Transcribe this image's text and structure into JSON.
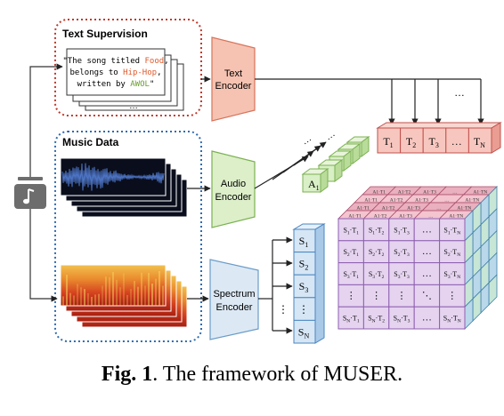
{
  "text_supervision": {
    "title": "Text Supervision",
    "line1": "\"The song titled ",
    "food": "Food",
    "line1_end": ",",
    "line2a": "belongs to ",
    "hiphop": "Hip-Hop",
    "line2_end": ",",
    "line3a": "written by ",
    "awol": "AWOL",
    "line3_end": "\"",
    "ellipsis": "…"
  },
  "music_data": {
    "title": "Music Data"
  },
  "encoders": {
    "text": [
      "Text",
      "Encoder"
    ],
    "audio": [
      "Audio",
      "Encoder"
    ],
    "spectrum": [
      "Spectrum",
      "Encoder"
    ]
  },
  "audio_token": {
    "base": "A",
    "sub": "1"
  },
  "dots": "…",
  "vdots": "⋮",
  "ddots": "⋱",
  "text_tokens": [
    {
      "base": "T",
      "sub": "1"
    },
    {
      "base": "T",
      "sub": "2"
    },
    {
      "base": "T",
      "sub": "3"
    },
    {
      "base": "…",
      "sub": ""
    },
    {
      "base": "T",
      "sub": "N"
    }
  ],
  "spec_tokens": [
    {
      "base": "S",
      "sub": "1"
    },
    {
      "base": "S",
      "sub": "2"
    },
    {
      "base": "S",
      "sub": "3"
    },
    {
      "base": "⋮",
      "sub": ""
    },
    {
      "base": "S",
      "sub": "N"
    }
  ],
  "matrix": {
    "rows": [
      [
        [
          "S",
          "1",
          "T",
          "1"
        ],
        [
          "S",
          "1",
          "T",
          "2"
        ],
        [
          "S",
          "1",
          "T",
          "3"
        ],
        [
          "…"
        ],
        [
          "S",
          "1",
          "T",
          "N"
        ]
      ],
      [
        [
          "S",
          "2",
          "T",
          "1"
        ],
        [
          "S",
          "2",
          "T",
          "2"
        ],
        [
          "S",
          "2",
          "T",
          "3"
        ],
        [
          "…"
        ],
        [
          "S",
          "2",
          "T",
          "N"
        ]
      ],
      [
        [
          "S",
          "3",
          "T",
          "1"
        ],
        [
          "S",
          "3",
          "T",
          "2"
        ],
        [
          "S",
          "3",
          "T",
          "3"
        ],
        [
          "…"
        ],
        [
          "S",
          "3",
          "T",
          "N"
        ]
      ],
      [
        [
          "⋮"
        ],
        [
          "⋮"
        ],
        [
          "⋮"
        ],
        [
          "⋱"
        ],
        [
          "⋮"
        ]
      ],
      [
        [
          "S",
          "N",
          "T",
          "1"
        ],
        [
          "S",
          "N",
          "T",
          "2"
        ],
        [
          "S",
          "N",
          "T",
          "3"
        ],
        [
          "…"
        ],
        [
          "S",
          "N",
          "T",
          "N"
        ]
      ]
    ],
    "top_cells": [
      "A1·T1",
      "A1·T2",
      "A1·T3",
      "…",
      "A1·TN"
    ]
  },
  "caption": {
    "bold": "Fig. 1",
    "rest": ". The framework of MUSER."
  },
  "colors": {
    "text_border": "#c0392b",
    "music_border": "#2e6bb0",
    "text_encoder_fill": "#f6c3b2",
    "text_encoder_stroke": "#d8735a",
    "audio_encoder_fill": "#dcefc9",
    "audio_encoder_stroke": "#7cb152",
    "spectrum_encoder_fill": "#dce9f5",
    "spectrum_encoder_stroke": "#6b9cc9",
    "token_red": "#f7c7bf",
    "token_red_stroke": "#c0504d",
    "token_green": "#d9efc6",
    "token_green_stroke": "#7cb152",
    "token_blue": "#d6e6f5",
    "token_blue_stroke": "#4a86c0",
    "matrix_purple": "#e5d3ef",
    "matrix_stroke": "#8e5fb0",
    "speaker_icon": "#6d6d6d"
  }
}
